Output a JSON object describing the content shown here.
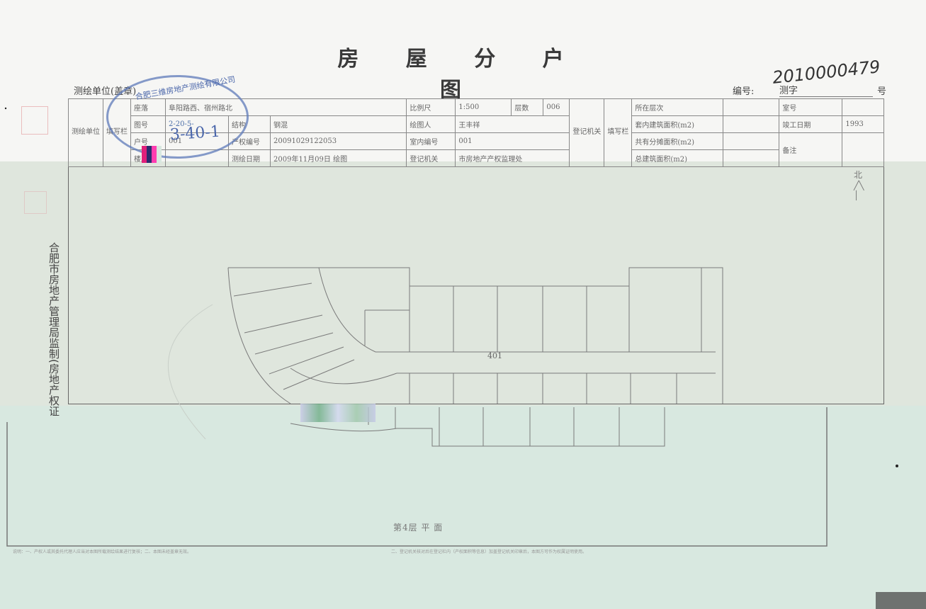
{
  "doc": {
    "title": "房 屋 分 户 图",
    "unit_label": "测绘单位(盖章)",
    "number_label": "编号:",
    "number_type": "测字",
    "number_handwritten": "2010000479",
    "number_suffix": "号",
    "side_text": "合肥市房地产管理局监制(房地产权证",
    "stamp_text": "合肥三维房地产测绘有限公司",
    "room_number": "401",
    "floor_plan_label": "第4层 平 面",
    "footnote_left": "说明：一、产权人或其委托代理人应当对本图所载测绘结果进行复核；二、本图未经盖章无效。",
    "footnote_right": "二、登记机关核对后在登记栏内（产权面积等信息）加盖登记机关印章后，本图方可作为权属证明使用。"
  },
  "table": {
    "side_survey": "测绘单位",
    "side_fill": "填写栏",
    "side_reg": "登记机关",
    "side_fill2": "填写栏",
    "location_label": "座落",
    "location_value": "阜阳路西、宿州路北",
    "scale_label": "比例尺",
    "scale_value": "1:500",
    "floors_label": "层数",
    "floors_value": "006",
    "floor_at_label": "所在层次",
    "room_label": "室号",
    "map_label": "图号",
    "map_value": "2-20-5-",
    "structure_label": "结构",
    "structure_value": "钢混",
    "drafter_label": "绘图人",
    "drafter_value": "王丰祥",
    "inner_area_label": "套内建筑面积(m2)",
    "completion_label": "竣工日期",
    "completion_value": "1993",
    "hu_label": "户号",
    "hu_value": "001",
    "property_code_label": "产权编号",
    "property_code_value": "20091029122053",
    "room_no_label": "室内编号",
    "room_no_value": "001",
    "shared_area_label": "共有分摊面积(m2)",
    "remark_label": "备注",
    "building_label": "楼层",
    "survey_date_label": "测绘日期",
    "survey_date_value": "2009年11月09日 绘图",
    "reg_office_label": "登记机关",
    "reg_office_value": "市房地产产权监理处",
    "total_area_label": "总建筑面积(m2)",
    "handwritten_unit_code": "3-40-1"
  },
  "colors": {
    "stamp_blue": "#5d79b9",
    "paper": "#f3f4f1",
    "tint_green": "#dfe6dd"
  }
}
